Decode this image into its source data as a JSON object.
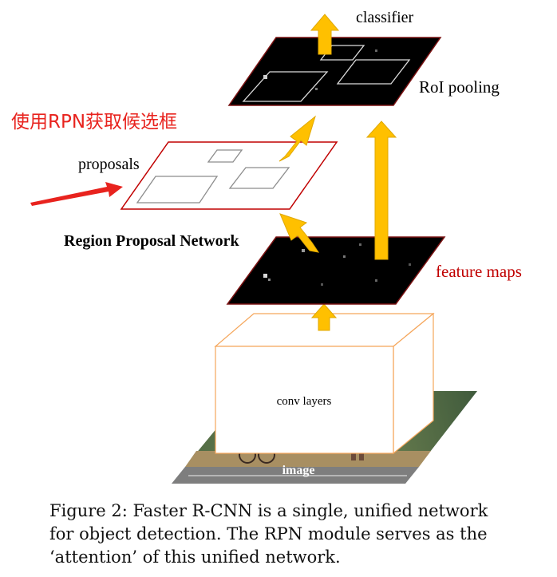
{
  "labels": {
    "classifier": "classifier",
    "roi_pooling": "RoI pooling",
    "annotation_cn": "使用RPN获取候选框",
    "proposals": "proposals",
    "rpn": "Region Proposal Network",
    "feature_maps": "feature maps",
    "conv_layers": "conv layers",
    "image": "image"
  },
  "caption": {
    "line1": "Figure 2:  Faster R-CNN is a single, unified network",
    "line2": "for object detection.  The RPN module serves as the",
    "line3": "‘attention’ of this unified network."
  },
  "colors": {
    "arrow_fill": "#FFC000",
    "arrow_stroke": "#E0A800",
    "red_annotation": "#E8231E",
    "feature_map_fill": "#000000",
    "feature_map_border": "#7A1212",
    "conv_block_border": "#F5A65B",
    "proposal_border": "#C00000",
    "feature_maps_label": "#C00000"
  }
}
